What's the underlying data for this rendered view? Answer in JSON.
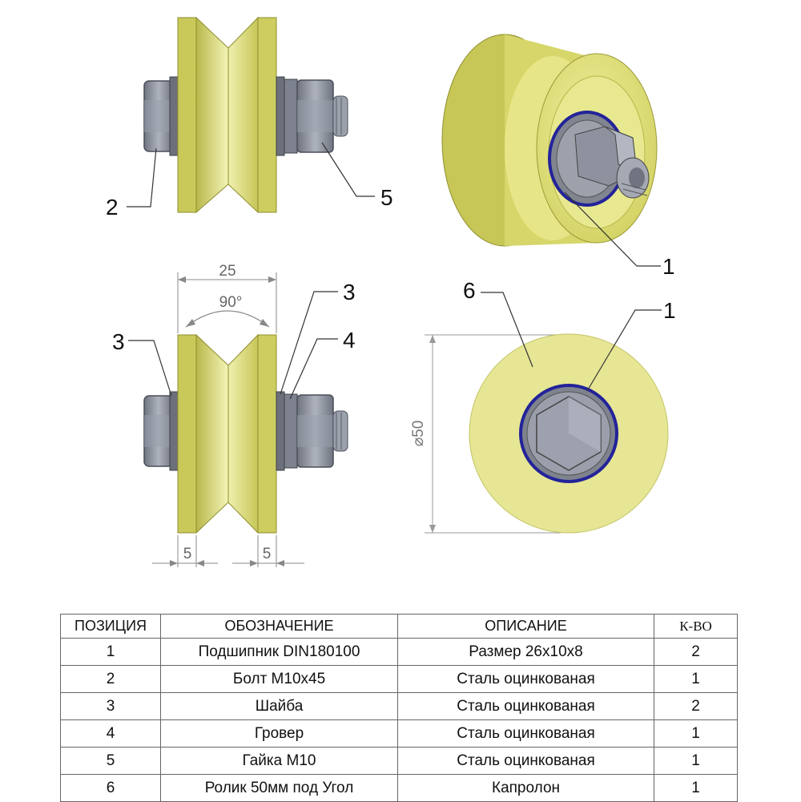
{
  "callouts": {
    "bolt": "2",
    "nut": "5",
    "bearing_3d": "1",
    "washer_left": "3",
    "washer_right": "3",
    "lock_washer": "4",
    "roller": "6",
    "bearing_front": "1"
  },
  "dimensions": {
    "width": "25",
    "angle": "90°",
    "rim_left": "5",
    "rim_right": "5",
    "diameter": "⌀50"
  },
  "colors": {
    "wheel": "#dcdc6e",
    "wheel_dark": "#a8a83c",
    "steel": "#8a8f9c",
    "bearing_ring": "#23239a"
  },
  "table": {
    "headers": [
      "ПОЗИЦИЯ",
      "ОБОЗНАЧЕНИЕ",
      "ОПИСАНИЕ",
      "К-ВО"
    ],
    "rows": [
      [
        "1",
        "Подшипник DIN180100",
        "Размер 26x10x8",
        "2"
      ],
      [
        "2",
        "Болт М10x45",
        "Сталь оцинкованая",
        "1"
      ],
      [
        "3",
        "Шайба",
        "Сталь оцинкованая",
        "2"
      ],
      [
        "4",
        "Гровер",
        "Сталь оцинкованая",
        "1"
      ],
      [
        "5",
        "Гайка М10",
        "Сталь оцинкованая",
        "1"
      ],
      [
        "6",
        "Ролик 50мм под Угол",
        "Капролон",
        "1"
      ]
    ]
  }
}
